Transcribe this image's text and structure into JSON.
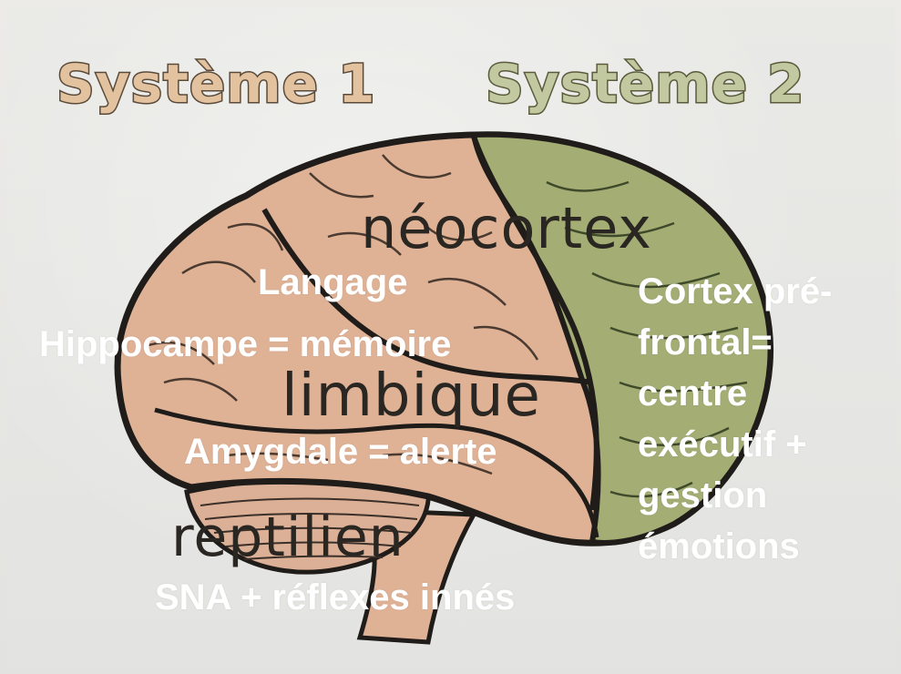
{
  "titles": {
    "system1": "Système 1",
    "system2": "Système 2"
  },
  "regions": {
    "neocortex": "néocortex",
    "limbique": "limbique",
    "reptilien": "reptilien"
  },
  "annotations": {
    "langage": "Langage",
    "hippocampe": "Hippocampe = mémoire",
    "amygdale": "Amygdale = alerte",
    "sna": "SNA + réflexes innés",
    "cortex_prefrontal": "Cortex pré-\nfrontal=\ncentre\nexécutif +\ngestion\némotions"
  },
  "colors": {
    "system1_fill": "#e3c2a0",
    "system2_fill": "#c2c9a0",
    "brain_beige": "#dfb296",
    "prefrontal_green": "#a3ad74",
    "outline": "#1f1c19",
    "annotation_text": "#ffffff"
  }
}
